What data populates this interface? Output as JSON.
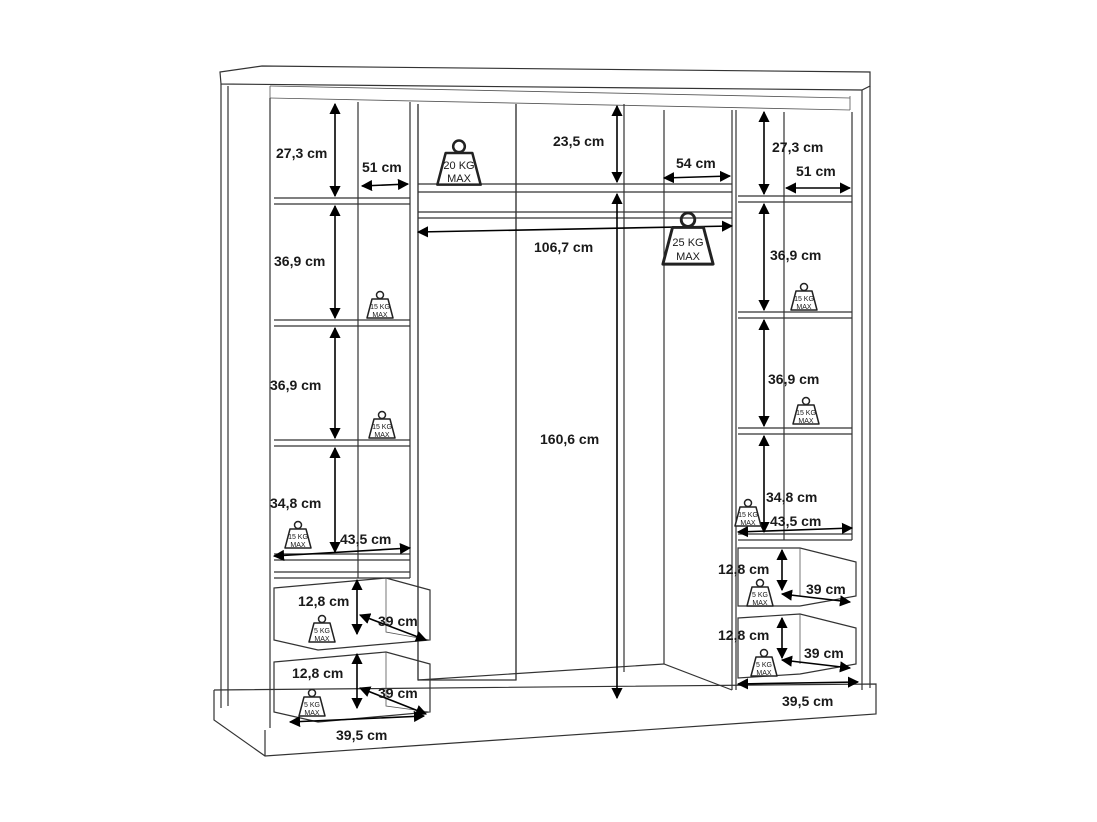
{
  "weights": {
    "top_shelf": [
      "20 KG",
      "MAX"
    ],
    "rail": [
      "25 KG",
      "MAX"
    ],
    "shelf": [
      "15 KG",
      "MAX"
    ],
    "drawer": [
      "5 KG",
      "MAX"
    ]
  },
  "left": {
    "h1": "27,3 cm",
    "width": "51 cm",
    "h2": "36,9 cm",
    "h3": "36,9 cm",
    "h4": "34,8 cm",
    "depth": "43,5 cm",
    "d1_height": "12,8 cm",
    "d1_depth": "39 cm",
    "d2_height": "12,8 cm",
    "d2_depth": "39 cm",
    "drawer_width": "39,5 cm"
  },
  "center": {
    "top": "23,5 cm",
    "width": "106,7 cm",
    "hang": "160,6 cm",
    "inner_width": "54 cm"
  },
  "right": {
    "h1": "27,3 cm",
    "width": "51 cm",
    "h2": "36,9 cm",
    "h3": "36,9 cm",
    "h4": "34,8 cm",
    "depth": "43,5 cm",
    "d1_height": "12,8 cm",
    "d1_depth": "39 cm",
    "d2_height": "12,8 cm",
    "d2_depth": "39 cm",
    "drawer_width": "39,5 cm"
  }
}
